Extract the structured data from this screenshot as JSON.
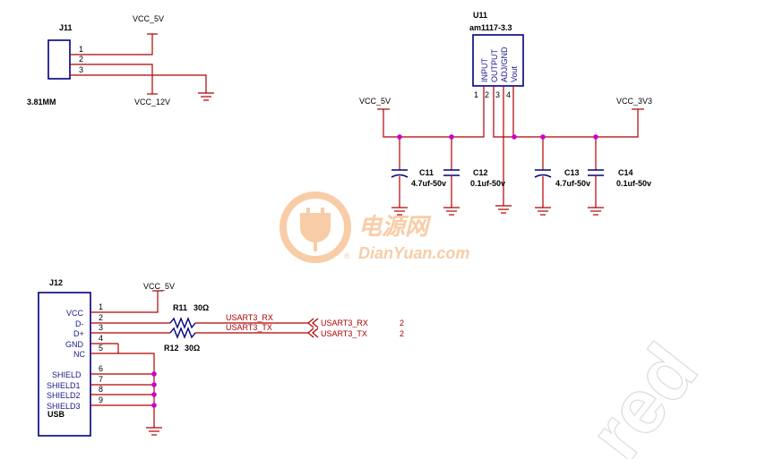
{
  "j11": {
    "ref": "J11",
    "value": "3.81MM",
    "pins": [
      "1",
      "2",
      "3"
    ],
    "net_top": "VCC_5V",
    "net_bottom": "VCC_12V"
  },
  "u11": {
    "ref": "U11",
    "part": "am1117-3.3",
    "pin_names": [
      "INPUT",
      "OUTPUT",
      "ADJ/GND",
      "Vout"
    ],
    "pins": [
      "1",
      "2",
      "3",
      "4"
    ],
    "net_in": "VCC_5V",
    "net_out": "VCC_3V3"
  },
  "caps": [
    {
      "ref": "C11",
      "value": "4.7uf-50v"
    },
    {
      "ref": "C12",
      "value": "0.1uf-50v"
    },
    {
      "ref": "C13",
      "value": "4.7uf-50v"
    },
    {
      "ref": "C14",
      "value": "0.1uf-50v"
    }
  ],
  "j12": {
    "ref": "J12",
    "footer": "USB",
    "net_vcc": "VCC_5V",
    "pin_names": [
      "VCC",
      "D-",
      "D+",
      "GND",
      "NC",
      "SHIELD",
      "SHIELD1",
      "SHIELD2",
      "SHIELD3"
    ],
    "pins": [
      "1",
      "2",
      "3",
      "4",
      "5",
      "6",
      "7",
      "8",
      "9"
    ]
  },
  "resistors": [
    {
      "ref": "R11",
      "value": "30Ω"
    },
    {
      "ref": "R12",
      "value": "30Ω"
    }
  ],
  "nets": {
    "rx": "USART3_RX",
    "tx": "USART3_TX",
    "rx_port": "USART3_RX",
    "tx_port": "USART3_TX",
    "rx_sheet": "2",
    "tx_sheet": "2"
  },
  "watermark": {
    "cn": "电源网",
    "site": "DianYuan.com",
    "registered": "®",
    "stamp": "red"
  },
  "colors": {
    "wire": "#b00000",
    "body": "#000080",
    "junction": "#cc00cc",
    "watermark": "#f4a460"
  }
}
